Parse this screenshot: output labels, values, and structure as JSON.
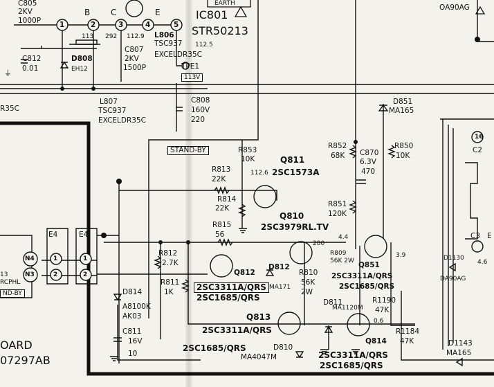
{
  "top": {
    "c805": "C805",
    "c805_v": "2KV",
    "c805_c": "1000P",
    "pins": [
      "1",
      "2",
      "3",
      "4",
      "5"
    ],
    "pin_letters": [
      "B",
      "C",
      "E"
    ],
    "v113": "113",
    "v292": "292",
    "v1129": "112.9",
    "l806": "L806",
    "l806_type": "TSC937",
    "v1125": "112.5",
    "l806_core": "EXCELDR35C",
    "c807": "C807",
    "c807_v": "2KV",
    "c807_c": "1500P",
    "tpe1": "TPE1",
    "tpe1_value": "113V",
    "c812": "C812",
    "c812_c": "0.01",
    "d808": "D808",
    "d808_type": "EH12",
    "ic801": "IC801",
    "ic801_part": "STR50213",
    "earth": "EARTH",
    "ground_glyph": "⏚",
    "r35c": "R35C",
    "l807": "L807",
    "l807_type": "TSC937",
    "l807_core": "EXCELDR35C",
    "c808": "C808",
    "c808_v": "160V",
    "c808_c": "220"
  },
  "right": {
    "oa90ag": "OA90AG",
    "d851": "D851",
    "d851_type": "MA165",
    "pin16": "16",
    "c2": "C2",
    "c3": "C3",
    "e_cut": "E",
    "d1130": "D1130",
    "v46": "4.6",
    "da90ag": "DA90AG",
    "d1143": "D1143",
    "d1143_type": "MA165"
  },
  "standby": {
    "label": "STAND-BY",
    "r853": "R853",
    "r853_v": "10K",
    "q811": "Q811",
    "q811_part": "2SC1573A",
    "v112": "112.6",
    "r813": "R813",
    "r813_v": "22K",
    "r814": "R814",
    "r814_v": "22K",
    "q810": "Q810",
    "q810_part": "2SC3979RL.TV",
    "r815": "R815",
    "r815_v": "56",
    "r852": "R852",
    "r852_v": "68K",
    "c870": "C870",
    "c870_v": "6.3V",
    "c870_c": "470",
    "r850": "R850",
    "r850_v": "10K",
    "r851": "R851",
    "r851_v": "120K",
    "v44": "4.4",
    "v280": "280",
    "v39": "3.9"
  },
  "connector": {
    "e4_left": "E4",
    "e4_right": "E4",
    "n4": "N4",
    "n3": "N3",
    "p1": "1",
    "p2": "2",
    "cut13": "13",
    "rcphl": "RCPHL",
    "and_by": "ND-BY"
  },
  "mid": {
    "r812": "R812",
    "r812_v": "2.7K",
    "r811": "R811",
    "r811_v": "1K",
    "d814": "D814",
    "d814_type": "A8100K",
    "d814_type2": "AK03",
    "c811": "C811",
    "c811_v": "16V",
    "c811_c": "10"
  },
  "lower": {
    "q812": "Q812",
    "d812": "D812",
    "d812_type": "MA171",
    "q812_part_a": "2SC3311A/QRS",
    "q812_part_b": "2SC1685/QRS",
    "r810": "R810",
    "r810_v": "56K",
    "r810_w": "2W",
    "r809": "R809",
    "r809_v": "56K 2W",
    "q851": "Q851",
    "q851_part_a": "2SC3311A/QRS",
    "q851_part_b": "2SC1685/QRS",
    "r1190": "R1190",
    "r1190_v": "47K",
    "v06": "0.6",
    "r1184": "R1184",
    "r1184_v": "47K",
    "q813": "Q813",
    "q813_part": "2SC3311A/QRS",
    "q813_part_b": "2SC1685/QRS",
    "d810": "D810",
    "d810_type": "MA4047M",
    "d811": "D811",
    "d811_type": "MA1120M",
    "q814": "Q814",
    "q814_part_a": "2SC3311A/QRS",
    "q814_part_b": "2SC1685/QRS"
  },
  "board": {
    "name": "OARD",
    "number": "07297AB"
  }
}
